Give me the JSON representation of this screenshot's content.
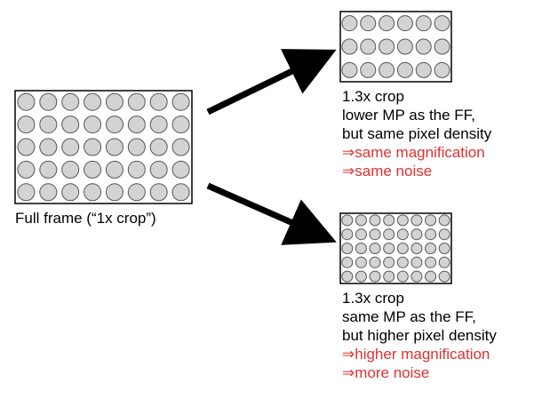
{
  "colors": {
    "sensor_outline": "#000000",
    "pixel_fill": "#d3d3d3",
    "pixel_stroke": "#555555",
    "arrow": "#000000",
    "text": "#000000",
    "highlight": "#e03030"
  },
  "full_frame": {
    "label": "Full frame (“1x crop”)",
    "grid": {
      "rows": 5,
      "cols": 8
    }
  },
  "crop_same_density": {
    "grid": {
      "rows": 3,
      "cols": 6
    },
    "lines": [
      "1.3x crop",
      "lower MP as the FF,",
      "but same pixel density"
    ],
    "highlight_lines": [
      "⇒same magnification",
      "⇒same noise"
    ]
  },
  "crop_higher_density": {
    "grid": {
      "rows": 5,
      "cols": 8
    },
    "lines": [
      "1.3x crop",
      "same MP as the FF,",
      "but higher pixel density"
    ],
    "highlight_lines": [
      "⇒higher magnification",
      "⇒more noise"
    ]
  }
}
